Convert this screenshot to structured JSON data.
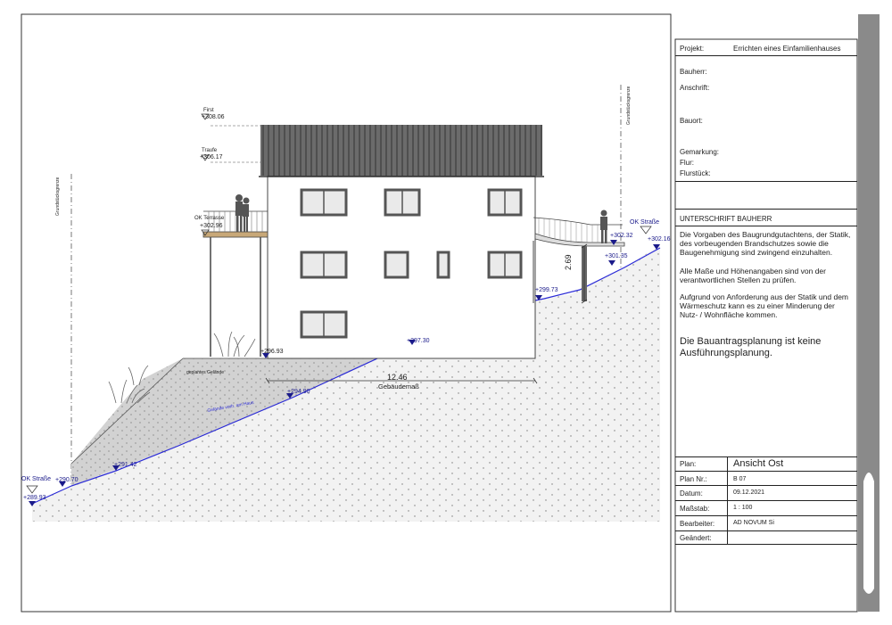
{
  "drawing": {
    "levels": {
      "first_label": "First",
      "first_value": "+308.06",
      "traufe_label": "Traufe",
      "traufe_value": "+306.17",
      "terrasse_label": "OK Terrasse",
      "terrasse_value": "+302.96",
      "level_296": "+296.93",
      "level_297": "+297.30",
      "level_294": "+294.90",
      "level_291": "+291.42",
      "level_290": "+290.70",
      "level_289": "+289.93",
      "level_299": "+299.73",
      "level_301": "+301.35",
      "level_302a": "+302.32",
      "level_302b": "+302.16",
      "street_left": "OK Straße",
      "street_right": "OK Straße"
    },
    "dimensions": {
      "width_value": "12.46",
      "width_label": "Gebäudemaß",
      "height_value": "2.69"
    },
    "labels": {
      "planned_terrain": "geplantes Gelände",
      "existing_terrain": "Gelände vorh. am Haus",
      "boundary_left": "Grundstücksgrenze",
      "boundary_right": "Grundstücksgrenze"
    },
    "colors": {
      "roof": "#6b6b6b",
      "ground": "#efefef",
      "planned_ground": "#cdcdcd",
      "terrain_line": "#2a2ad6",
      "window": "#555555"
    }
  },
  "title_block": {
    "projekt_label": "Projekt:",
    "projekt_value": "Errichten eines Einfamilienhauses",
    "bauherr_label": "Bauherr:",
    "anschrift_label": "Anschrift:",
    "bauort_label": "Bauort:",
    "gemarkung_label": "Gemarkung:",
    "flur_label": "Flur:",
    "flurstueck_label": "Flurstück:",
    "signature_heading": "UNTERSCHRIFT BAUHERR",
    "note1": "Die Vorgaben des Baugrundgutachtens, der Statik, des vorbeugenden Brandschutzes sowie die Baugenehmigung sind zwingend einzuhalten.",
    "note2": "Alle Maße und Höhenangaben sind von der verantwortlichen Stellen zu prüfen.",
    "note3": "Aufgrund von Anforderung aus der Statik und dem Wärmeschutz kann es zu einer Minderung der Nutz-  / Wohnfläche kommen.",
    "note4": "Die Bauantragsplanung ist keine Ausführungsplanung.",
    "plan_label": "Plan:",
    "plan_value": "Ansicht Ost",
    "plannr_label": "Plan Nr.:",
    "plannr_value": "B 07",
    "datum_label": "Datum:",
    "datum_value": "09.12.2021",
    "massstab_label": "Maßstab:",
    "massstab_value": "1 : 100",
    "bearbeiter_label": "Bearbeiter:",
    "bearbeiter_value": "AD NOVUM Si",
    "geaendert_label": "Geändert:"
  }
}
